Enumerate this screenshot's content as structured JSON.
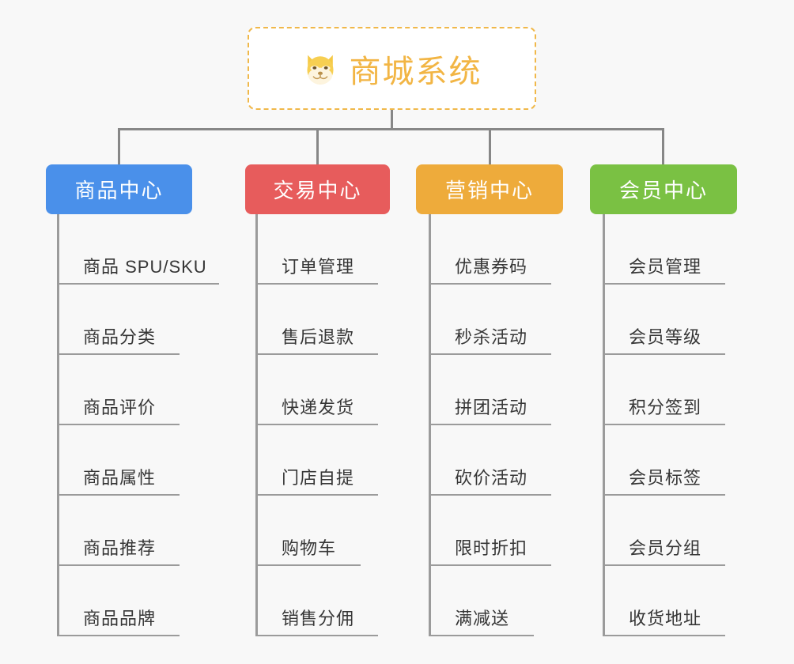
{
  "background": "#f8f8f8",
  "root": {
    "icon": "shiba-inu-dog-face-icon",
    "title": "商城系统",
    "color": "#f2b544",
    "border_color": "#f0b84a"
  },
  "connector_color": "#878787",
  "branches": [
    {
      "id": "product-center",
      "label": "商品中心",
      "color": "#4a90ea",
      "items": [
        "商品 SPU/SKU",
        "商品分类",
        "商品评价",
        "商品属性",
        "商品推荐",
        "商品品牌"
      ]
    },
    {
      "id": "trade-center",
      "label": "交易中心",
      "color": "#e75c5c",
      "items": [
        "订单管理",
        "售后退款",
        "快递发货",
        "门店自提",
        "购物车",
        "销售分佣"
      ]
    },
    {
      "id": "marketing-center",
      "label": "营销中心",
      "color": "#eeab3b",
      "items": [
        "优惠券码",
        "秒杀活动",
        "拼团活动",
        "砍价活动",
        "限时折扣",
        "满减送"
      ]
    },
    {
      "id": "member-center",
      "label": "会员中心",
      "color": "#7ac143",
      "items": [
        "会员管理",
        "会员等级",
        "积分签到",
        "会员标签",
        "会员分组",
        "收货地址"
      ]
    }
  ]
}
